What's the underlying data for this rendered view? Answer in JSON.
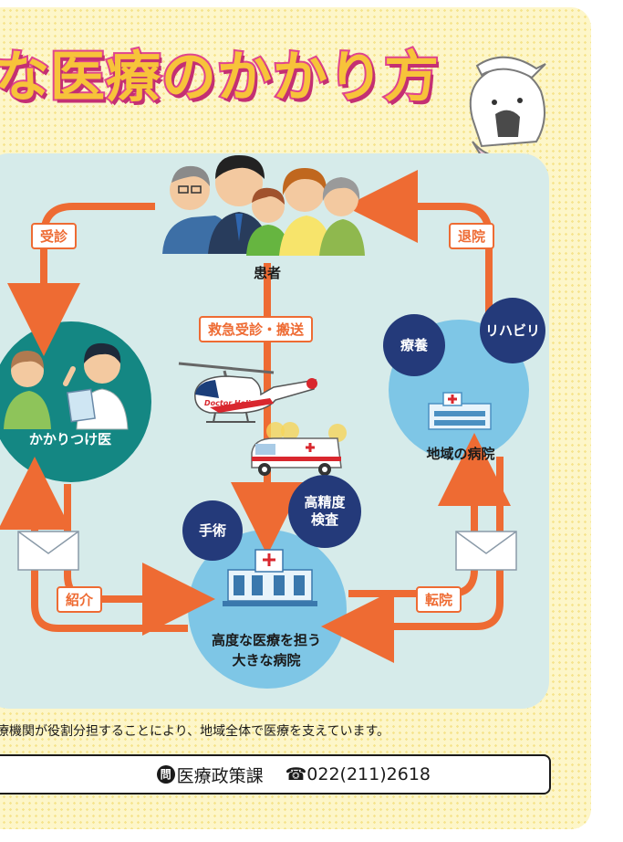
{
  "title": "な医療のかかり方",
  "nodes": {
    "patient": "患者",
    "family_doctor": "かかりつけ医",
    "regional_hospital": "地域の病院",
    "large_hospital_line1": "高度な医療を担う",
    "large_hospital_line2": "大きな病院"
  },
  "bubbles": {
    "recuperation": "療養",
    "rehab": "リハビリ",
    "surgery": "手術",
    "precision_line1": "高精度",
    "precision_line2": "検査"
  },
  "flows": {
    "consult": "受診",
    "discharge": "退院",
    "emergency": "救急受診・搬送",
    "referral": "紹介",
    "transfer": "転院"
  },
  "helicopter_text": "Doctor Heli",
  "footer_note": "療機関が役割分担することにより、地域全体で医療を支えています。",
  "contact": {
    "icon": "問",
    "department": "医療政策課",
    "phone_icon": "☎",
    "phone": "022(211)2618"
  },
  "colors": {
    "arrow": "#ee6b33",
    "teal": "#148783",
    "light_blue": "#7ec6e6",
    "navy": "#243a7a",
    "title_fill": "#f7c33a",
    "title_stroke": "#e0448e"
  },
  "icons": [
    "family-illustration",
    "doctor-illustration",
    "helicopter-icon",
    "ambulance-icon",
    "hospital-icon",
    "envelope-icon",
    "mascot-illustration"
  ]
}
